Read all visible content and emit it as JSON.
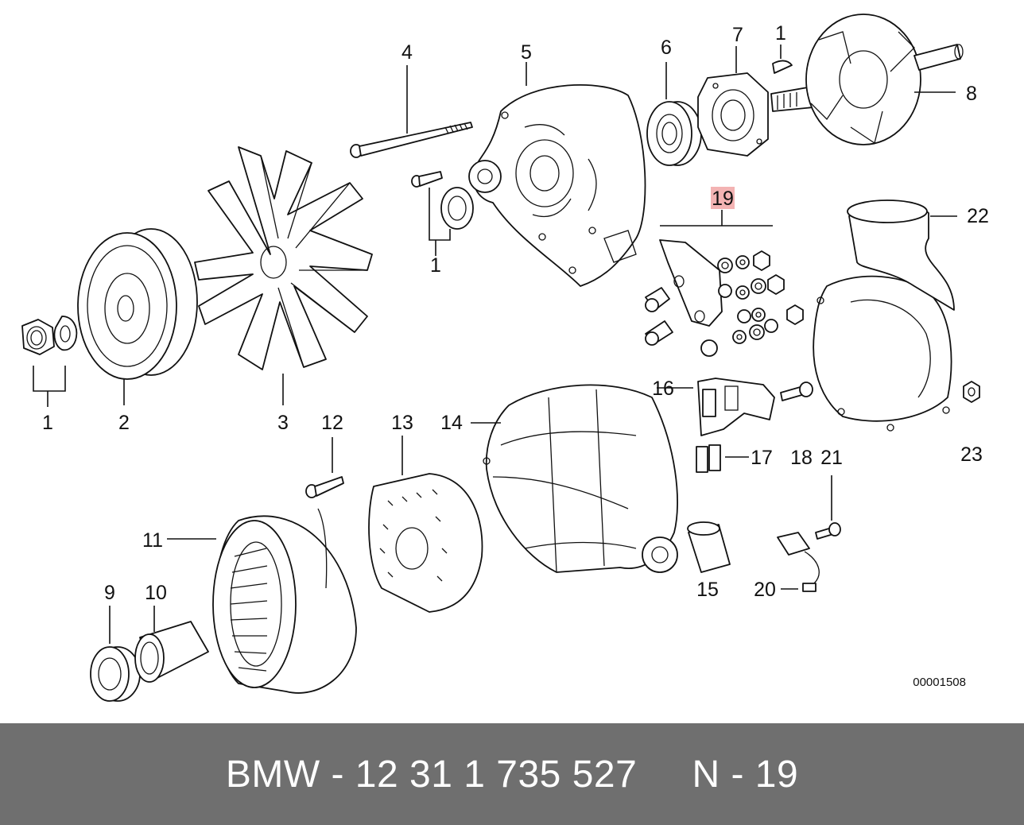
{
  "diagram": {
    "callouts": {
      "c1a": "1",
      "c1b": "1",
      "c1c": "1",
      "c2": "2",
      "c3": "3",
      "c4": "4",
      "c5": "5",
      "c6": "6",
      "c7": "7",
      "c8": "8",
      "c9": "9",
      "c10": "10",
      "c11": "11",
      "c12": "12",
      "c13": "13",
      "c14": "14",
      "c15": "15",
      "c16": "16",
      "c17": "17",
      "c18": "18",
      "c19": "19",
      "c20": "20",
      "c21": "21",
      "c22": "22",
      "c23": "23"
    },
    "highlighted_part": "19",
    "highlight_color": "#f3b3b3",
    "image_code": "00001508"
  },
  "footer": {
    "text": "BMW - 12 31 1 735 527     N - 19",
    "background": "#6f6f6f"
  }
}
